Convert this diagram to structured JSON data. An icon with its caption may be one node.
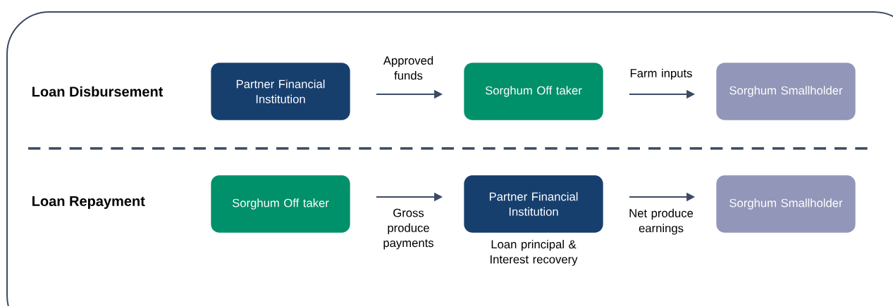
{
  "diagram": {
    "nodes": [
      {
        "text": [
          "Partner Financial Institution"
        ]
      },
      {
        "text": [
          "Sorghum Off taker"
        ]
      },
      {
        "text": [
          "Sorghum Smallholder"
        ]
      },
      {
        "text": [
          "Sorghum Off taker"
        ]
      },
      {
        "text": [
          "Partner Financial Institution"
        ],
        "beside": [
          "Loan principal & Interest recovery"
        ]
      },
      {
        "text": [
          "Sorghum Smallholder"
        ]
      }
    ],
    "edges": [
      {
        "from": 0,
        "to": 1,
        "arrow": "to",
        "label": "Approved funds"
      },
      {
        "from": 1,
        "to": 2,
        "arrow": "to",
        "label": "Farm inputs"
      },
      {
        "from": 3,
        "to": 4,
        "arrow": "to",
        "label": "Gross produce payments"
      },
      {
        "from": 4,
        "to": 5,
        "arrow": "to",
        "label": "Net produce earnings"
      }
    ],
    "labels": [
      "Loan Disbursement",
      "Loan Repayment"
    ]
  }
}
